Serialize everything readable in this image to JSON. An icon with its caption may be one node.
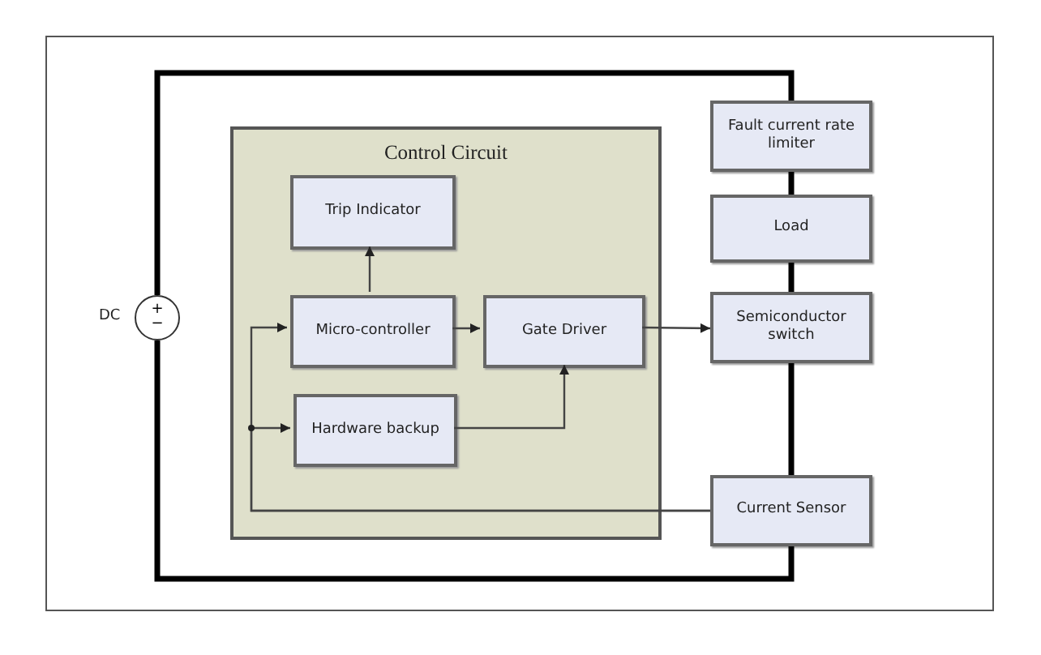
{
  "diagram": {
    "nodes": [
      {
        "text": [
          "+",
          "−"
        ],
        "beside": [
          "DC"
        ]
      },
      {
        "text": [
          "Control Circuit"
        ]
      },
      {
        "text": [
          "Trip Indicator"
        ],
        "in": 1
      },
      {
        "text": [
          "Micro-controller"
        ],
        "in": 1
      },
      {
        "text": [
          "Gate Driver"
        ],
        "in": 1
      },
      {
        "text": [
          "Hardware backup"
        ],
        "in": 1
      },
      {
        "text": [
          "Fault current rate limiter"
        ]
      },
      {
        "text": [
          "Load"
        ]
      },
      {
        "text": [
          "Semiconductor switch"
        ]
      },
      {
        "text": [
          "Current Sensor"
        ]
      }
    ],
    "edges": [
      {
        "from": 3,
        "to": 2,
        "arrow": "to"
      },
      {
        "from": 3,
        "to": 4,
        "arrow": "to"
      },
      {
        "from": 5,
        "to": 4,
        "arrow": "to"
      },
      {
        "from": 4,
        "to": 8,
        "arrow": "to"
      },
      {
        "from": 9,
        "to": 3,
        "arrow": "to"
      },
      {
        "from": 9,
        "to": 5,
        "arrow": "to"
      },
      {
        "from": 0,
        "to": 6,
        "arrow": "none",
        "style": "thick"
      },
      {
        "from": 6,
        "to": 7,
        "arrow": "none",
        "style": "thick"
      },
      {
        "from": 7,
        "to": 8,
        "arrow": "none",
        "style": "thick"
      },
      {
        "from": 8,
        "to": 9,
        "arrow": "none",
        "style": "thick"
      },
      {
        "from": 9,
        "to": 0,
        "arrow": "none",
        "style": "thick"
      }
    ]
  }
}
